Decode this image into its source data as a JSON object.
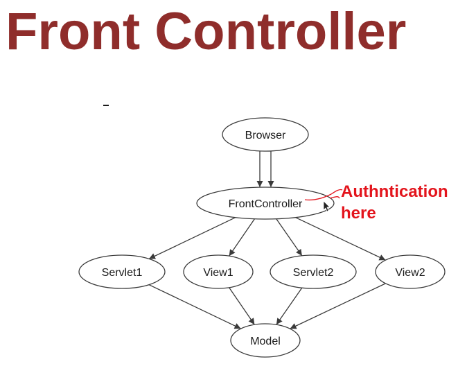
{
  "title": "Front Controller",
  "colors": {
    "title": "#8f2d2b",
    "annotation": "#e3141c",
    "node_stroke": "#3a3a3a"
  },
  "nodes": [
    {
      "id": "browser",
      "label": "Browser"
    },
    {
      "id": "frontcontroller",
      "label": "FrontController"
    },
    {
      "id": "servlet1",
      "label": "Servlet1"
    },
    {
      "id": "view1",
      "label": "View1"
    },
    {
      "id": "servlet2",
      "label": "Servlet2"
    },
    {
      "id": "view2",
      "label": "View2"
    },
    {
      "id": "model",
      "label": "Model"
    }
  ],
  "edges": [
    {
      "from": "browser",
      "to": "frontcontroller"
    },
    {
      "from": "browser",
      "to": "frontcontroller"
    },
    {
      "from": "frontcontroller",
      "to": "servlet1"
    },
    {
      "from": "frontcontroller",
      "to": "view1"
    },
    {
      "from": "frontcontroller",
      "to": "servlet2"
    },
    {
      "from": "frontcontroller",
      "to": "view2"
    },
    {
      "from": "servlet1",
      "to": "model"
    },
    {
      "from": "view1",
      "to": "model"
    },
    {
      "from": "servlet2",
      "to": "model"
    },
    {
      "from": "view2",
      "to": "model"
    }
  ],
  "annotation": {
    "line1": "Authntication",
    "line2": "here"
  }
}
